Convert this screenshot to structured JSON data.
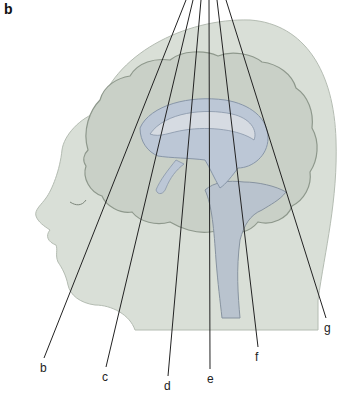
{
  "diagram": {
    "labels": [
      "b",
      "b",
      "c",
      "d",
      "e",
      "f",
      "g"
    ]
  }
}
